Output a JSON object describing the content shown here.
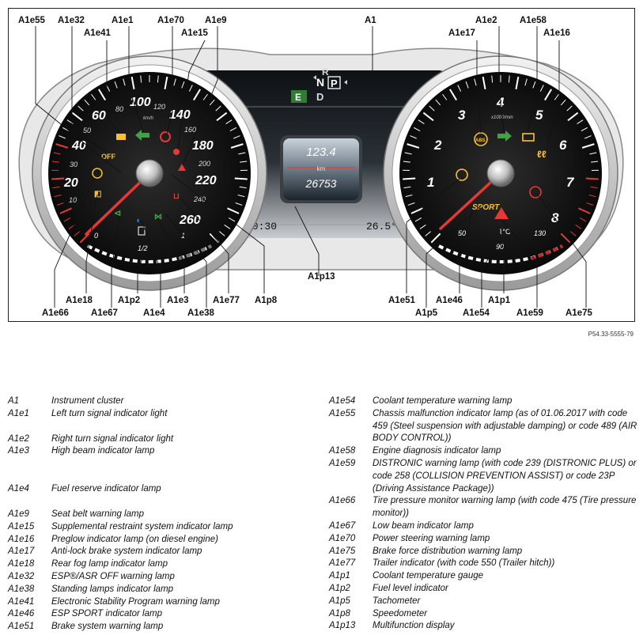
{
  "figure": {
    "reference_code": "P54.33-5555-79",
    "display": {
      "trip": "123.4",
      "unit": "km",
      "odometer": "26753",
      "time": "10:30",
      "temperature": "26.5°C"
    },
    "gear_selector": {
      "r": "R",
      "n": "N",
      "p": "P",
      "d": "D",
      "e": "E"
    },
    "speedometer": {
      "scale_numbers": [
        "20",
        "40",
        "60",
        "100",
        "140",
        "180",
        "220",
        "260"
      ],
      "minor_numbers": [
        "10",
        "30",
        "50",
        "80",
        "120",
        "160",
        "200",
        "240"
      ],
      "unit": "km/h",
      "fuel_ticks": [
        "0",
        "1/2",
        "1"
      ]
    },
    "tachometer": {
      "scale_numbers": [
        "1",
        "2",
        "3",
        "4",
        "5",
        "6",
        "7",
        "8"
      ],
      "unit": "x1000/min",
      "temp_ticks": [
        "50",
        "90",
        "130"
      ],
      "sport_label": "SPORT",
      "abs_label": "ABS",
      "off_label": "OFF"
    },
    "callouts": {
      "a1e55": "A1e55",
      "a1e32": "A1e32",
      "a1e1": "A1e1",
      "a1e70": "A1e70",
      "a1e9": "A1e9",
      "a1e41": "A1e41",
      "a1e15": "A1e15",
      "a1": "A1",
      "a1e2": "A1e2",
      "a1e58": "A1e58",
      "a1e17": "A1e17",
      "a1e16": "A1e16",
      "a1e18": "A1e18",
      "a1p2": "A1p2",
      "a1e3": "A1e3",
      "a1e77": "A1e77",
      "a1p8": "A1p8",
      "a1e66": "A1e66",
      "a1e67": "A1e67",
      "a1e4": "A1e4",
      "a1e38": "A1e38",
      "a1p13": "A1p13",
      "a1e51": "A1e51",
      "a1e46": "A1e46",
      "a1p1": "A1p1",
      "a1p5": "A1p5",
      "a1e54": "A1e54",
      "a1e59": "A1e59",
      "a1e75": "A1e75"
    }
  },
  "legend_left": [
    {
      "code": "A1",
      "desc": "Instrument cluster"
    },
    {
      "code": "A1e1",
      "desc": "Left turn signal indicator light"
    },
    {
      "code": "",
      "desc": ""
    },
    {
      "code": "A1e2",
      "desc": "Right turn signal indicator light"
    },
    {
      "code": "A1e3",
      "desc": "High beam indicator lamp"
    },
    {
      "code": "",
      "desc": ""
    },
    {
      "code": "",
      "desc": ""
    },
    {
      "code": "A1e4",
      "desc": "Fuel reserve indicator lamp"
    },
    {
      "code": "",
      "desc": ""
    },
    {
      "code": "A1e9",
      "desc": "Seat belt warning lamp"
    },
    {
      "code": "A1e15",
      "desc": "Supplemental restraint system indicator lamp"
    },
    {
      "code": "A1e16",
      "desc": "Preglow indicator lamp (on diesel engine)"
    },
    {
      "code": "A1e17",
      "desc": "Anti-lock brake system indicator lamp"
    },
    {
      "code": "A1e18",
      "desc": "Rear fog lamp indicator lamp"
    },
    {
      "code": "A1e32",
      "desc": "ESP®/ASR OFF warning lamp"
    },
    {
      "code": "A1e38",
      "desc": "Standing lamps indicator lamp"
    },
    {
      "code": "A1e41",
      "desc": "Electronic Stability Program warning lamp"
    },
    {
      "code": "A1e46",
      "desc": "ESP SPORT indicator lamp"
    },
    {
      "code": "A1e51",
      "desc": "Brake system warning lamp"
    }
  ],
  "legend_right": [
    {
      "code": "A1e54",
      "desc": "Coolant temperature warning lamp"
    },
    {
      "code": "A1e55",
      "desc": "Chassis malfunction indicator lamp (as of 01.06.2017 with code 459 (Steel suspension with adjustable damping) or code 489 (AIR BODY CONTROL))"
    },
    {
      "code": "A1e58",
      "desc": "Engine diagnosis indicator lamp"
    },
    {
      "code": "A1e59",
      "desc": "DISTRONIC warning lamp (with code 239 (DISTRONIC PLUS) or code 258 (COLLISION PREVENTION ASSIST) or code 23P (Driving Assistance Package))"
    },
    {
      "code": "A1e66",
      "desc": "Tire pressure monitor warning lamp (with code 475 (Tire pressure monitor))"
    },
    {
      "code": "A1e67",
      "desc": "Low beam indicator lamp"
    },
    {
      "code": "A1e70",
      "desc": "Power steering warning lamp"
    },
    {
      "code": "A1e75",
      "desc": "Brake force distribution warning lamp"
    },
    {
      "code": "A1e77",
      "desc": "Trailer indicator (with code 550 (Trailer hitch))"
    },
    {
      "code": "A1p1",
      "desc": "Coolant temperature gauge"
    },
    {
      "code": "A1p2",
      "desc": "Fuel level indicator"
    },
    {
      "code": "A1p5",
      "desc": "Tachometer"
    },
    {
      "code": "A1p8",
      "desc": "Speedometer"
    },
    {
      "code": "A1p13",
      "desc": "Multifunction display"
    }
  ]
}
